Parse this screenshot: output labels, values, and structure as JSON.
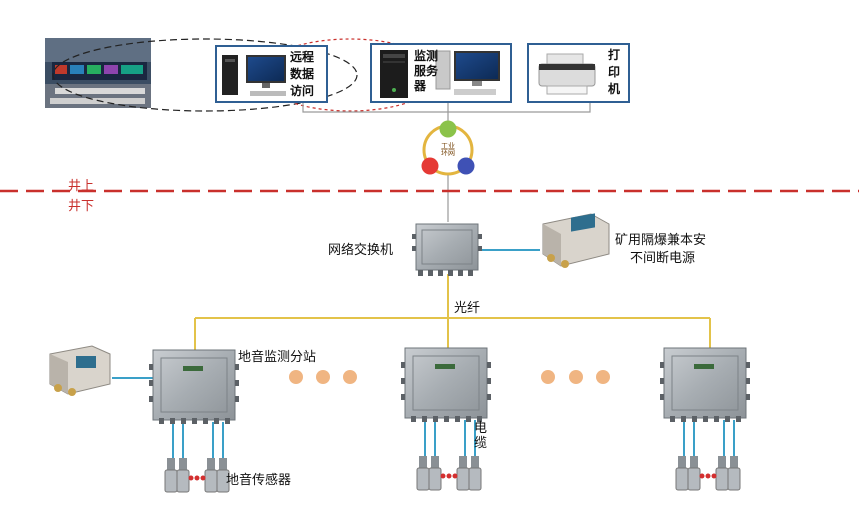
{
  "terminals": {
    "remote_access": "远程数据访问",
    "monitor_server": "监测服务器",
    "printer": "打印机"
  },
  "ring": {
    "label": "工业环网"
  },
  "divider": {
    "above": "井上",
    "below": "井下"
  },
  "switch_label": "网络交换机",
  "ups_label": [
    "矿用隔爆兼本安",
    "不间断电源"
  ],
  "fiber_label": "光纤",
  "substation_label": "地音监测分站",
  "cable_label": "电缆",
  "sensor_label": "地音传感器",
  "colors": {
    "divider": "#c9302c",
    "fiber": "#e3c34a",
    "cable": "#3aa0c8",
    "ellipsis_dots": "#f0b582",
    "ring_top": "#8bc34a",
    "ring_left": "#e53935",
    "ring_right": "#3f51b5",
    "box_border": "#2f5f93"
  },
  "icons": [
    "control-room-photo",
    "desktop-computer-icon",
    "server-monitor-icon",
    "printer-icon",
    "switch-enclosure-icon",
    "ups-enclosure-icon",
    "substation-enclosure-icon",
    "sensor-icon"
  ]
}
